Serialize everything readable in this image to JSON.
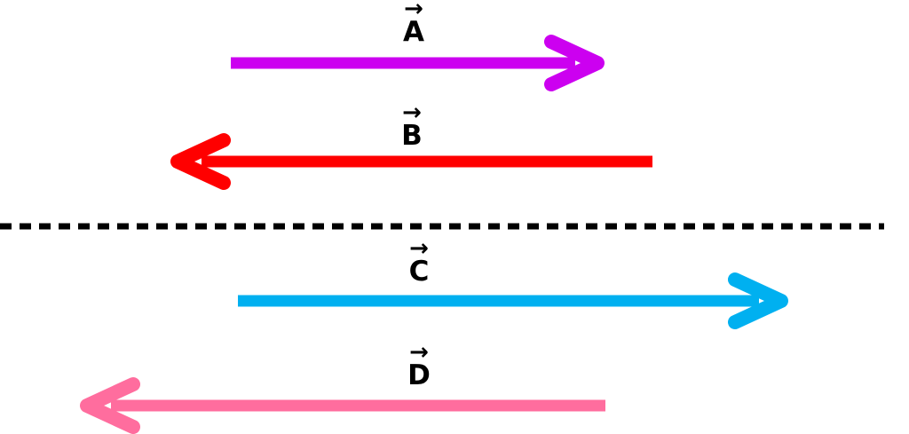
{
  "figure": {
    "title_hidden": "",
    "background": "#FFFFFF",
    "vector_notation_symbol": "→",
    "vectors": [
      {
        "label": "A",
        "color": "#CC00F0",
        "direction": "right"
      },
      {
        "label": "B",
        "color": "#FF0000",
        "direction": "left"
      },
      {
        "label": "C",
        "color": "#00B0F0",
        "direction": "right"
      },
      {
        "label": "D",
        "color": "#FF6D9E",
        "direction": "left"
      }
    ],
    "divider": {
      "style": "dashed",
      "color": "#000000"
    }
  }
}
